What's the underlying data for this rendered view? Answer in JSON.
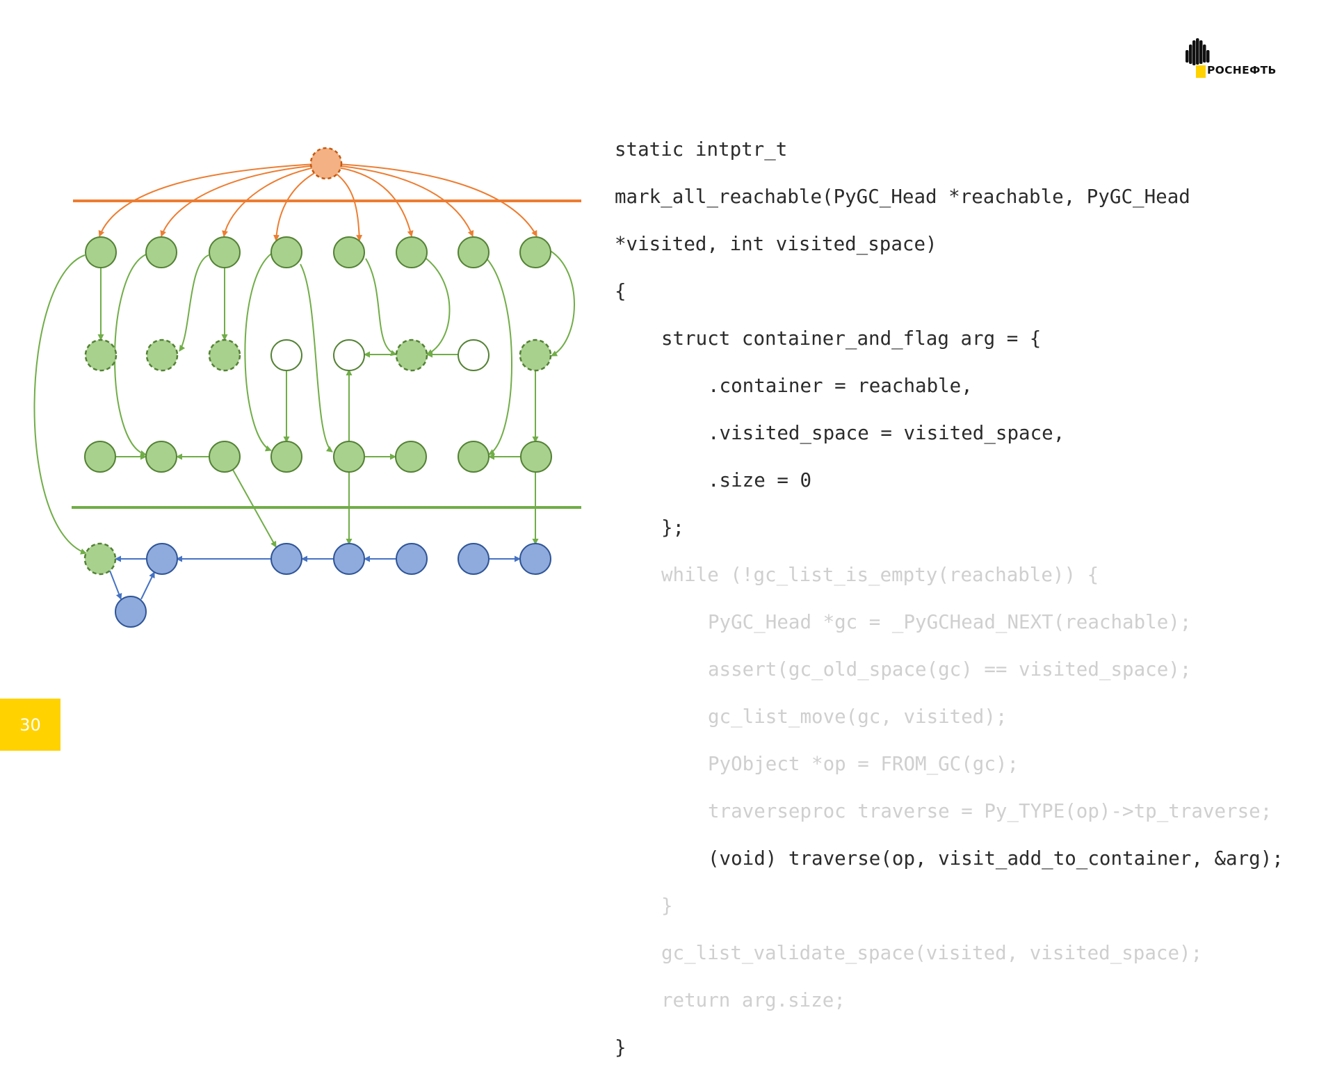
{
  "brand": {
    "logo_text": "РОСНЕФТЬ",
    "logo_black": "#111111",
    "logo_yellow": "#ffd200"
  },
  "colors": {
    "code_active": "#2b2b2b",
    "code_dimmed": "#cfcfcf",
    "green_fill": "#a9d18e",
    "green_stroke": "#548235",
    "green_line": "#70ad47",
    "blue_fill": "#8faadc",
    "blue_stroke": "#2f5597",
    "blue_line": "#4472c4",
    "orange_fill": "#f4b183",
    "orange_stroke": "#c55a11",
    "orange_line": "#ed7d31",
    "page_badge": "#ffd200"
  },
  "code": {
    "lines": [
      {
        "text": "static intptr_t",
        "indent": 0,
        "dimmed": false
      },
      {
        "text": "mark_all_reachable(PyGC_Head *reachable, PyGC_Head",
        "indent": 0,
        "dimmed": false
      },
      {
        "text": "*visited, int visited_space)",
        "indent": 0,
        "dimmed": false
      },
      {
        "text": "{",
        "indent": 0,
        "dimmed": false
      },
      {
        "text": "struct container_and_flag arg = {",
        "indent": 1,
        "dimmed": false
      },
      {
        "text": ".container = reachable,",
        "indent": 2,
        "dimmed": false
      },
      {
        "text": ".visited_space = visited_space,",
        "indent": 2,
        "dimmed": false
      },
      {
        "text": ".size = 0",
        "indent": 2,
        "dimmed": false
      },
      {
        "text": "};",
        "indent": 1,
        "dimmed": false
      },
      {
        "text": "while (!gc_list_is_empty(reachable)) {",
        "indent": 1,
        "dimmed": true
      },
      {
        "text": "PyGC_Head *gc = _PyGCHead_NEXT(reachable);",
        "indent": 2,
        "dimmed": true
      },
      {
        "text": "assert(gc_old_space(gc) == visited_space);",
        "indent": 2,
        "dimmed": true
      },
      {
        "text": "gc_list_move(gc, visited);",
        "indent": 2,
        "dimmed": true
      },
      {
        "text": "PyObject *op = FROM_GC(gc);",
        "indent": 2,
        "dimmed": true
      },
      {
        "text": "traverseproc traverse = Py_TYPE(op)->tp_traverse;",
        "indent": 2,
        "dimmed": true
      },
      {
        "text": "(void) traverse(op, visit_add_to_container, &arg);",
        "indent": 2,
        "dimmed": false
      },
      {
        "text": "}",
        "indent": 1,
        "dimmed": true
      },
      {
        "text": "gc_list_validate_space(visited, visited_space);",
        "indent": 1,
        "dimmed": true
      },
      {
        "text": "return arg.size;",
        "indent": 1,
        "dimmed": true
      },
      {
        "text": "}",
        "indent": 0,
        "dimmed": false
      }
    ]
  },
  "diagram": {
    "nodes": [
      {
        "id": "root",
        "style": "orange-dashed"
      },
      {
        "id": "r1a",
        "style": "green"
      },
      {
        "id": "r1b",
        "style": "green"
      },
      {
        "id": "r1c",
        "style": "green"
      },
      {
        "id": "r1d",
        "style": "green"
      },
      {
        "id": "r1e",
        "style": "green"
      },
      {
        "id": "r1f",
        "style": "green"
      },
      {
        "id": "r1g",
        "style": "green"
      },
      {
        "id": "r1h",
        "style": "green"
      },
      {
        "id": "r2a",
        "style": "green-dashed"
      },
      {
        "id": "r2b",
        "style": "green-dashed"
      },
      {
        "id": "r2c",
        "style": "green-dashed"
      },
      {
        "id": "r2d",
        "style": "white"
      },
      {
        "id": "r2e",
        "style": "white"
      },
      {
        "id": "r2f",
        "style": "green-dashed"
      },
      {
        "id": "r2g",
        "style": "white"
      },
      {
        "id": "r2h",
        "style": "green-dashed"
      },
      {
        "id": "r3a",
        "style": "green"
      },
      {
        "id": "r3b",
        "style": "green"
      },
      {
        "id": "r3c",
        "style": "green"
      },
      {
        "id": "r3d",
        "style": "green"
      },
      {
        "id": "r3e",
        "style": "green"
      },
      {
        "id": "r3f",
        "style": "green"
      },
      {
        "id": "r3g",
        "style": "green"
      },
      {
        "id": "r3h",
        "style": "green"
      },
      {
        "id": "r4a",
        "style": "green-dashed"
      },
      {
        "id": "r4b",
        "style": "blue"
      },
      {
        "id": "r4d",
        "style": "blue"
      },
      {
        "id": "r4e",
        "style": "blue"
      },
      {
        "id": "r4f",
        "style": "blue"
      },
      {
        "id": "r4g",
        "style": "blue"
      },
      {
        "id": "r4h",
        "style": "blue"
      },
      {
        "id": "r5",
        "style": "blue"
      }
    ],
    "edges": [
      {
        "from": "root",
        "to": "r1a",
        "color": "orange"
      },
      {
        "from": "root",
        "to": "r1b",
        "color": "orange"
      },
      {
        "from": "root",
        "to": "r1c",
        "color": "orange"
      },
      {
        "from": "root",
        "to": "r1d",
        "color": "orange"
      },
      {
        "from": "root",
        "to": "r1e",
        "color": "orange"
      },
      {
        "from": "root",
        "to": "r1f",
        "color": "orange"
      },
      {
        "from": "root",
        "to": "r1g",
        "color": "orange"
      },
      {
        "from": "root",
        "to": "r1h",
        "color": "orange"
      },
      {
        "from": "r1a",
        "to": "r2a",
        "color": "green"
      },
      {
        "from": "r1c",
        "to": "r2c",
        "color": "green"
      },
      {
        "from": "r1c",
        "to": "r2b",
        "color": "green"
      },
      {
        "from": "r1a",
        "to": "r4a",
        "color": "green"
      },
      {
        "from": "r1b",
        "to": "r3b",
        "color": "green"
      },
      {
        "from": "r1d",
        "to": "r3d",
        "color": "green"
      },
      {
        "from": "r1d",
        "to": "r3e",
        "color": "green"
      },
      {
        "from": "r1e",
        "to": "r2f",
        "color": "green"
      },
      {
        "from": "r1f",
        "to": "r2f",
        "color": "green"
      },
      {
        "from": "r1g",
        "to": "r3g",
        "color": "green"
      },
      {
        "from": "r1h",
        "to": "r2h",
        "color": "green"
      },
      {
        "from": "r2d",
        "to": "r3d",
        "color": "green"
      },
      {
        "from": "r2f",
        "to": "r2e",
        "color": "green"
      },
      {
        "from": "r2g",
        "to": "r2f",
        "color": "green"
      },
      {
        "from": "r2h",
        "to": "r3h",
        "color": "green"
      },
      {
        "from": "r3a",
        "to": "r3b",
        "color": "green"
      },
      {
        "from": "r3c",
        "to": "r3b",
        "color": "green"
      },
      {
        "from": "r3c",
        "to": "r4d",
        "color": "green"
      },
      {
        "from": "r3e",
        "to": "r2e",
        "color": "green"
      },
      {
        "from": "r3e",
        "to": "r3f",
        "color": "green"
      },
      {
        "from": "r3e",
        "to": "r4e",
        "color": "green"
      },
      {
        "from": "r3h",
        "to": "r3g",
        "color": "green"
      },
      {
        "from": "r3h",
        "to": "r4h",
        "color": "green"
      },
      {
        "from": "r4b",
        "to": "r4a",
        "color": "blue"
      },
      {
        "from": "r4d",
        "to": "r4b",
        "color": "blue"
      },
      {
        "from": "r4e",
        "to": "r4d",
        "color": "blue"
      },
      {
        "from": "r4f",
        "to": "r4e",
        "color": "blue"
      },
      {
        "from": "r4g",
        "to": "r4h",
        "color": "blue"
      },
      {
        "from": "r4a",
        "to": "r5",
        "color": "blue"
      },
      {
        "from": "r5",
        "to": "r4b",
        "color": "blue"
      }
    ]
  },
  "page": {
    "number": "30"
  }
}
